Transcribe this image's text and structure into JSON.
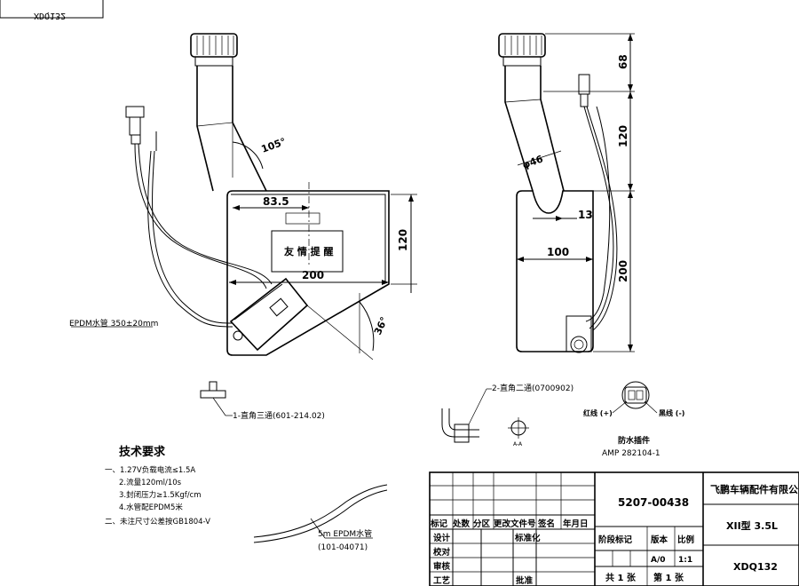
{
  "drawing_code_mirrored": "XDQ132",
  "left_view": {
    "angle_top": "105°",
    "dim_83_5": "83.5",
    "dim_120": "120",
    "dim_200": "200",
    "angle_bottom": "36°",
    "label_box": "友 情 提 醒",
    "hose_label": "EPDM水管 350±20mm"
  },
  "right_view": {
    "dim_68": "68",
    "dim_120": "120",
    "dim_phi46": "φ46",
    "dim_13": "13",
    "dim_100": "100",
    "dim_200": "200"
  },
  "parts": {
    "tee": "1-直角三通(601-214.02)",
    "elbow": "2-直角二通(0700902)",
    "section_mark": "A-A",
    "connector_red": "红线 (+)",
    "connector_black": "黑线 (-)",
    "connector_title": "防水插件",
    "connector_model": "AMP 282104-1"
  },
  "tech": {
    "title": "技术要求",
    "lines": [
      "一、1.27V负载电流≤1.5A",
      "2.流量120ml/10s",
      "3.封闭压力≥1.5Kgf/cm",
      "4.水管配EPDM5米",
      "二、未注尺寸公差按GB1804-V"
    ]
  },
  "hose": {
    "label": "5m EPDM水管",
    "code": "(101-04071)"
  },
  "title_block": {
    "part_no": "5207-00438",
    "company": "飞鹏车辆配件有限公司",
    "model": "XII型 3.5L",
    "drawing_no": "XDQ132",
    "headers": [
      "标记",
      "处数",
      "分区",
      "更改文件号",
      "签名",
      "年月日"
    ],
    "roles": [
      "设计",
      "校对",
      "审核",
      "工艺"
    ],
    "standardize": "标准化",
    "approve": "批准",
    "stage": "阶段标记",
    "version": "版本",
    "scale": "比例",
    "version_val": "A/0",
    "scale_val": "1:1",
    "sheets": "共 1 张",
    "sheet_no": "第 1 张"
  }
}
